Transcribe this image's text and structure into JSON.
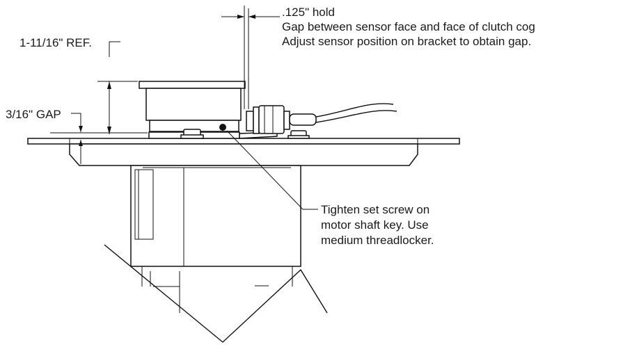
{
  "labels": {
    "gap_hold_value": ".125\"  hold",
    "gap_note_line1": "Gap between sensor face and face of clutch cog",
    "gap_note_line2": "Adjust sensor position on bracket to obtain gap.",
    "ref_dimension": "1-11/16\" REF.",
    "gap_dimension": "3/16\" GAP",
    "setscrew_line1": "Tighten set screw on",
    "setscrew_line2": "motor shaft key. Use",
    "setscrew_line3": "medium threadlocker."
  }
}
